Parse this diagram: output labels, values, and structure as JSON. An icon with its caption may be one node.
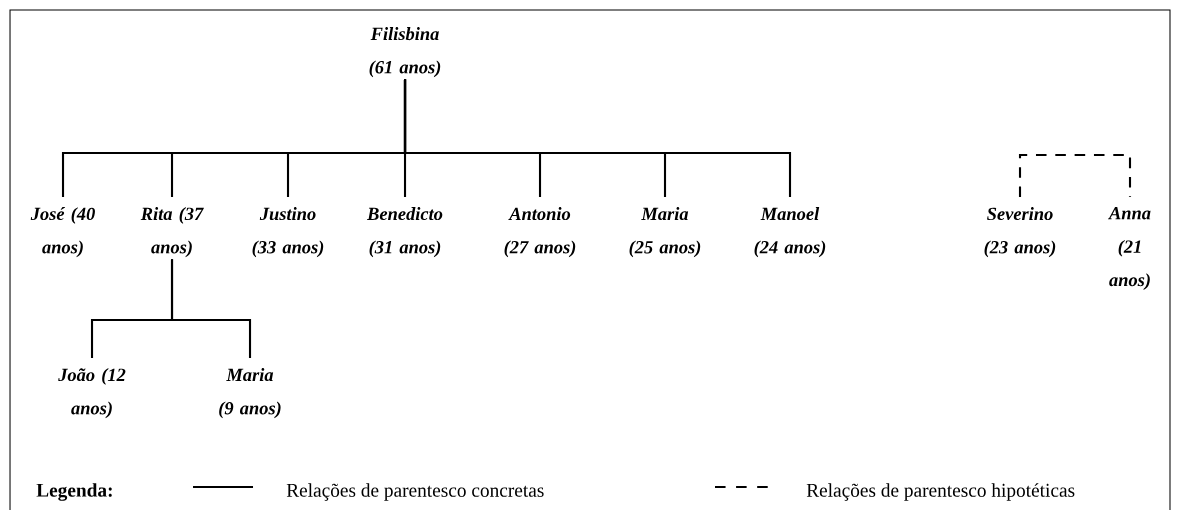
{
  "diagram": {
    "nodes": [
      {
        "text": [
          "Filisbina (61 anos)"
        ]
      },
      {
        "text": [
          "José (40 anos)"
        ]
      },
      {
        "text": [
          "Rita (37 anos)"
        ]
      },
      {
        "text": [
          "Justino (33 anos)"
        ]
      },
      {
        "text": [
          "Benedicto (31 anos)"
        ]
      },
      {
        "text": [
          "Antonio (27 anos)"
        ]
      },
      {
        "text": [
          "Maria (25 anos)"
        ]
      },
      {
        "text": [
          "Manoel (24 anos)"
        ]
      },
      {
        "text": [
          "João (12 anos)"
        ]
      },
      {
        "text": [
          "Maria (9 anos)"
        ]
      },
      {
        "text": [
          "Severino (23 anos)"
        ]
      },
      {
        "text": [
          "Anna (21 anos)"
        ]
      }
    ],
    "edges": [
      {
        "from": 0,
        "to": 1,
        "arrow": "none"
      },
      {
        "from": 0,
        "to": 2,
        "arrow": "none"
      },
      {
        "from": 0,
        "to": 3,
        "arrow": "none"
      },
      {
        "from": 0,
        "to": 4,
        "arrow": "none"
      },
      {
        "from": 0,
        "to": 5,
        "arrow": "none"
      },
      {
        "from": 0,
        "to": 6,
        "arrow": "none"
      },
      {
        "from": 0,
        "to": 7,
        "arrow": "none"
      },
      {
        "from": 2,
        "to": 8,
        "arrow": "none"
      },
      {
        "from": 2,
        "to": 9,
        "arrow": "none"
      },
      {
        "from": 10,
        "to": 11,
        "arrow": "none",
        "style": "dashed"
      }
    ],
    "labels": [
      "Legenda:"
    ],
    "legend": [
      {
        "text": "Relações de parentesco concretas"
      },
      {
        "text": "Relações de parentesco hipotéticas"
      }
    ]
  }
}
